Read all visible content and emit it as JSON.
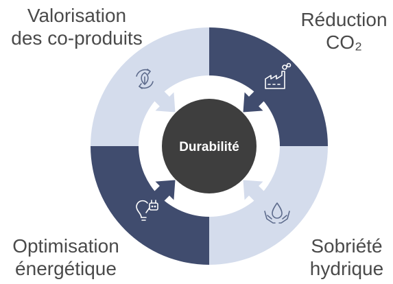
{
  "center": {
    "label": "Durabilité"
  },
  "quadrants": {
    "top_left": {
      "line1": "Valorisation",
      "line2": "des co-produits",
      "icon": "recycle-leaf-icon"
    },
    "top_right": {
      "line1": "Réduction",
      "line2": "CO₂",
      "icon": "factory-emissions-icon"
    },
    "bottom_left": {
      "line1": "Optimisation",
      "line2": "énergétique",
      "icon": "lightbulb-plug-icon"
    },
    "bottom_right": {
      "line1": "Sobriété",
      "line2": "hydrique",
      "icon": "hands-water-drop-icon"
    }
  },
  "colors": {
    "light_segment": "#d4dcec",
    "dark_segment": "#404c6e",
    "center_circle": "#3e3e3e",
    "label_text": "#4a4a4a",
    "icon_on_light": "#5d6b8c",
    "icon_on_dark": "#ffffff"
  }
}
